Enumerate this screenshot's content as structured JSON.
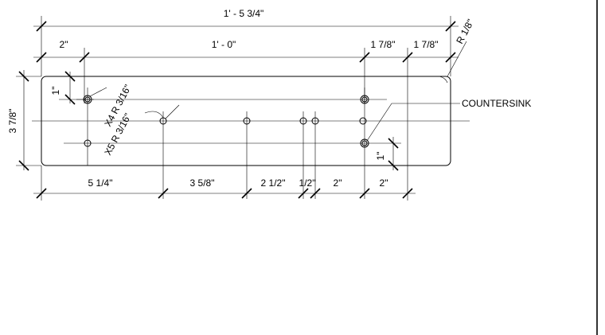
{
  "drawing": {
    "overall_width": "1' - 5 3/4\"",
    "top_dims": {
      "left_offset": "2\"",
      "middle_span": "1' - 0\"",
      "right_a": "1 7/8\"",
      "right_b": "1 7/8\""
    },
    "corner_radius": "R 1/8\"",
    "height_dim": "3 7/8\"",
    "hole_offset_vertical": "1\"",
    "hole_offset_right": "1\"",
    "callout_x4": "X4 R 3/16\"",
    "callout_x5": "X5 R 3/16\"",
    "countersink": "COUNTERSINK",
    "bottom_dims": [
      "5 1/4\"",
      "3 5/8\"",
      "2 1/2\"",
      "1/2\"",
      "2\"",
      "2\""
    ]
  }
}
